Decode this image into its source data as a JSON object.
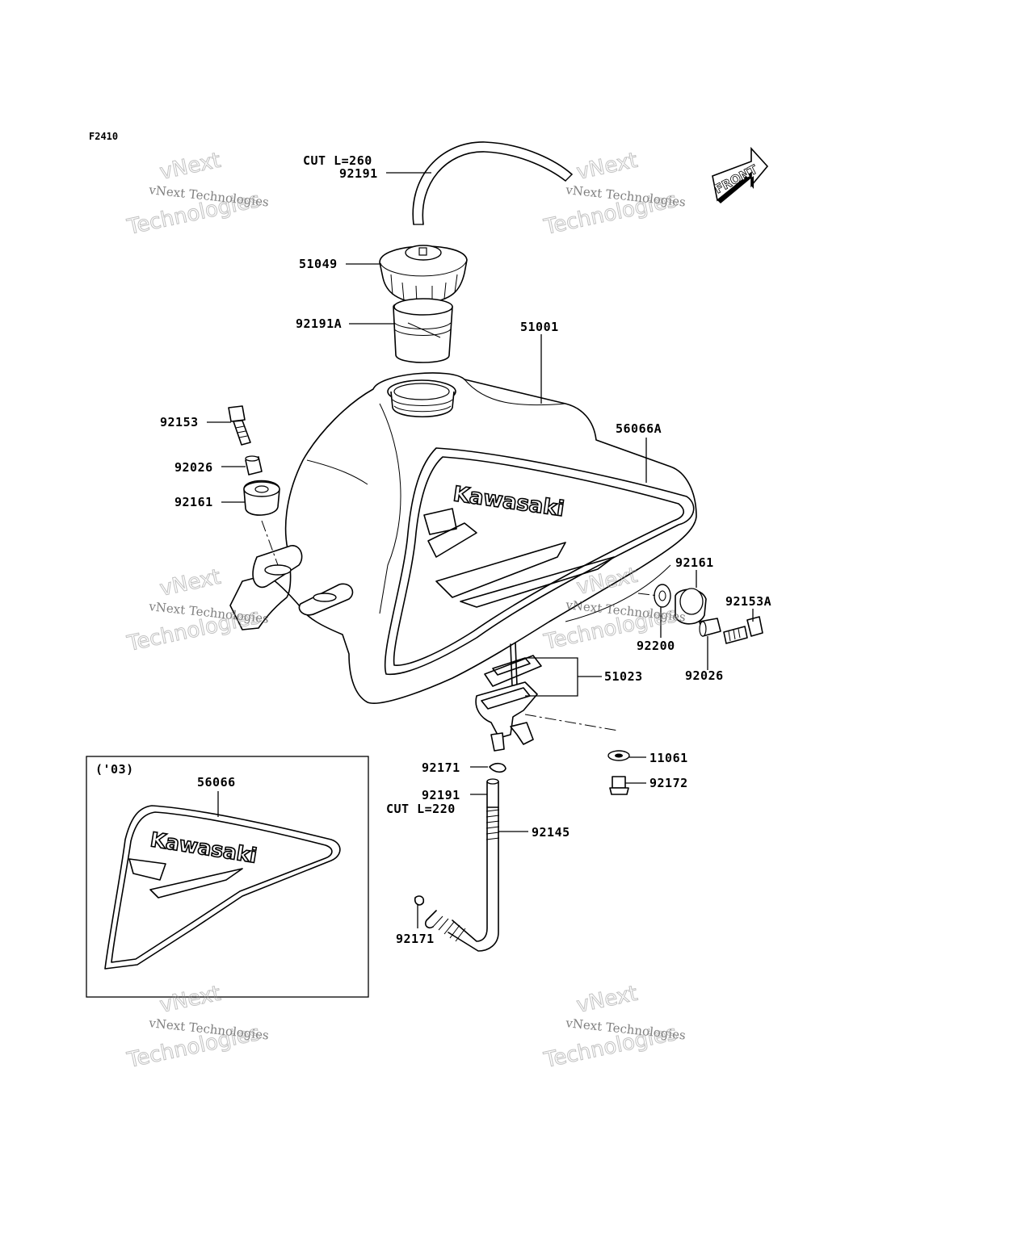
{
  "diagram_code": "F2410",
  "front_label": "FRONT",
  "watermark": {
    "line1": "vNext Technologies",
    "line2": "vNext",
    "line3": "Technologies"
  },
  "brand": "Kawasaki",
  "inset": {
    "title": "('03)",
    "part": "56066"
  },
  "parts": {
    "p92191_top": "92191",
    "cut_top": "CUT L=260",
    "p51049": "51049",
    "p92191A": "92191A",
    "p51001": "51001",
    "p92153": "92153",
    "p56066A": "56066A",
    "p92026_left": "92026",
    "p92161_left": "92161",
    "p92161_right": "92161",
    "p92153A": "92153A",
    "p92200": "92200",
    "p92026_right": "92026",
    "p51023": "51023",
    "p11061": "11061",
    "p92172": "92172",
    "p92171_top": "92171",
    "p92191_bottom": "92191",
    "cut_bottom": "CUT L=220",
    "p92145": "92145",
    "p92171_bottom": "92171"
  }
}
